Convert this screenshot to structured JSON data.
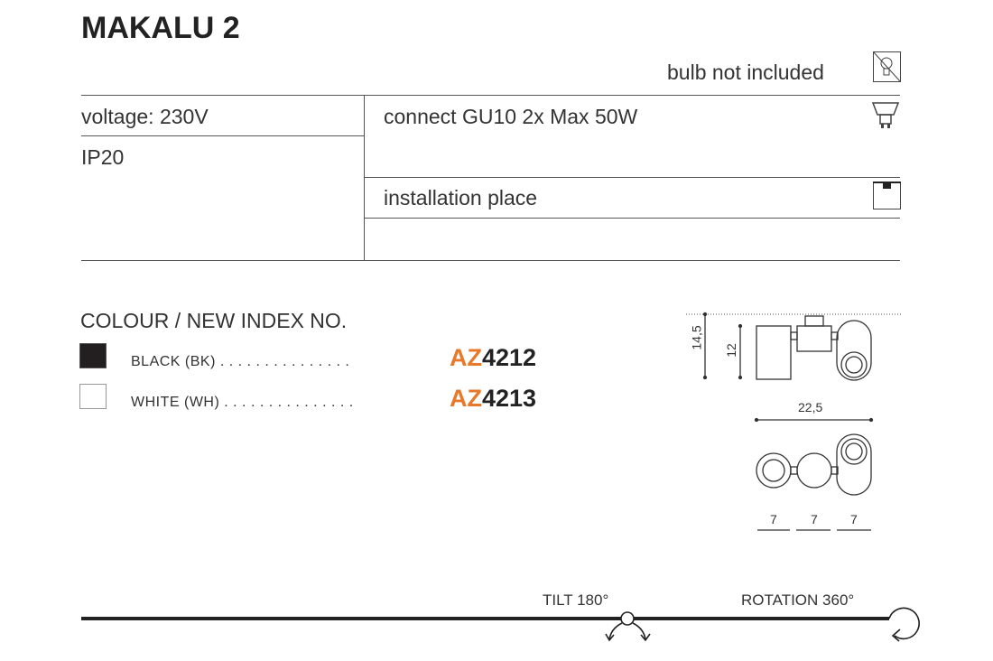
{
  "title": "MAKALU 2",
  "bulb_note": "bulb not included",
  "specs": {
    "voltage": "voltage: 230V",
    "ip": "IP20",
    "connect": "connect GU10 2x Max 50W",
    "installation": "installation place"
  },
  "colour_section": {
    "heading": "COLOUR / NEW INDEX NO.",
    "items": [
      {
        "label": "BLACK (BK)",
        "leader": ". . . . . . . . . . . . . . .",
        "prefix": "AZ",
        "number": "4212",
        "swatch": "#231f20"
      },
      {
        "label": "WHITE (WH)",
        "leader": ". . . . . . . . . . . . . . .",
        "prefix": "AZ",
        "number": "4213",
        "swatch": "#ffffff"
      }
    ]
  },
  "dimensions": {
    "total_height": "14,5",
    "body_height": "12",
    "total_width": "22,5",
    "segments": [
      "7",
      "7",
      "7"
    ]
  },
  "features": {
    "tilt": "TILT 180°",
    "rotation": "ROTATION 360°"
  },
  "colors": {
    "accent": "#e8782a"
  }
}
